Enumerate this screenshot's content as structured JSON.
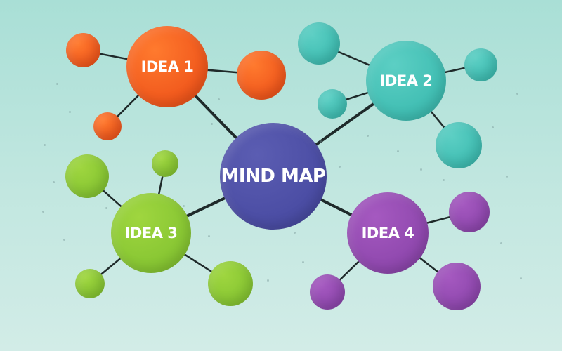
{
  "mind_map": {
    "center": {
      "label": "MIND MAP"
    },
    "ideas": [
      {
        "label": "IDEA 1"
      },
      {
        "label": "IDEA 2"
      },
      {
        "label": "IDEA 3"
      },
      {
        "label": "IDEA 4"
      }
    ]
  },
  "colors": {
    "background": "#b8e3dc",
    "center": "#4a4ca3",
    "idea_1": "#f0571c",
    "idea_2": "#3fbdb2",
    "idea_3": "#86c532",
    "idea_4": "#8e47ad",
    "connector": "#1f2a2a"
  }
}
